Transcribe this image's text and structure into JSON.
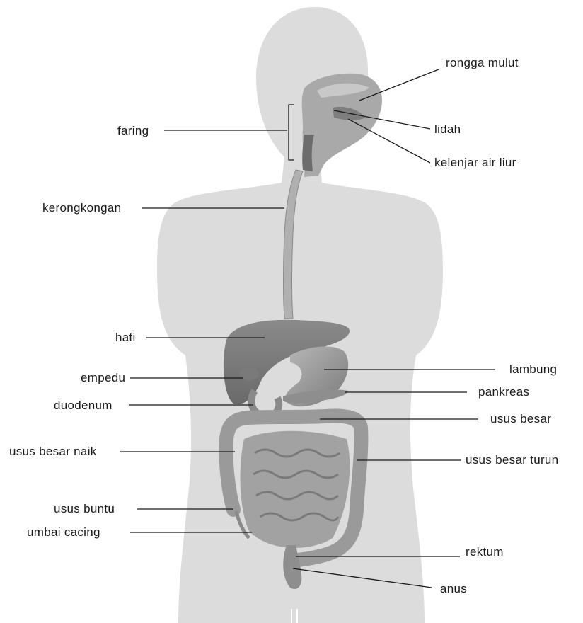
{
  "labels": {
    "rongga_mulut": "rongga mulut",
    "faring": "faring",
    "lidah": "lidah",
    "kelenjar_air_liur": "kelenjar air liur",
    "kerongkongan": "kerongkongan",
    "hati": "hati",
    "lambung": "lambung",
    "empedu": "empedu",
    "pankreas": "pankreas",
    "duodenum": "duodenum",
    "usus_besar": "usus besar",
    "usus_besar_naik": "usus besar naik",
    "usus_besar_turun": "usus besar turun",
    "usus_buntu": "usus buntu",
    "umbai_cacing": "umbai cacing",
    "rektum": "rektum",
    "anus": "anus"
  },
  "colors": {
    "silhouette": "#dcdcdc",
    "organ": "#9a9a9a",
    "organ_dark": "#6e6e6e",
    "line": "#1a1a1a"
  }
}
